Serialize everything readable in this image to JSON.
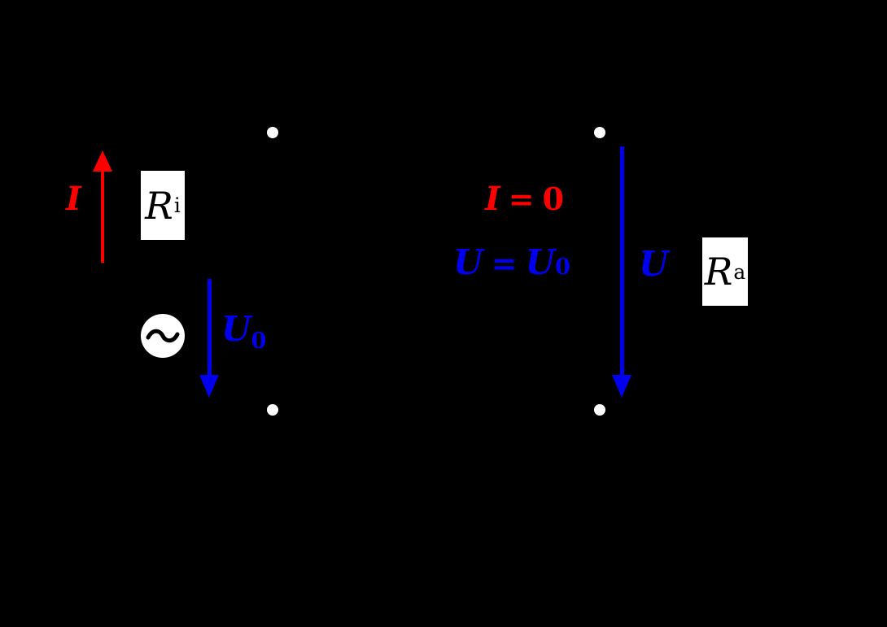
{
  "colors": {
    "background": "#000000",
    "current_red": "#ff0000",
    "voltage_blue": "#0000ee",
    "box_background": "#ffffff",
    "box_text": "#000000",
    "terminal_white": "#ffffff"
  },
  "source_side": {
    "current_label": "I",
    "internal_resistor": {
      "symbol": "R",
      "subscript": "i"
    },
    "ac_source_icon": "ac-sine-icon",
    "open_circuit_voltage": {
      "symbol": "U",
      "subscript": "0"
    }
  },
  "equations": {
    "current": {
      "lhs": "I",
      "eq": "=",
      "rhs": "0"
    },
    "voltage": {
      "lhs": "U",
      "eq": "=",
      "rhs_symbol": "U",
      "rhs_subscript": "0"
    }
  },
  "load_side": {
    "voltage_label": "U",
    "load_resistor": {
      "symbol": "R",
      "subscript": "a"
    }
  }
}
